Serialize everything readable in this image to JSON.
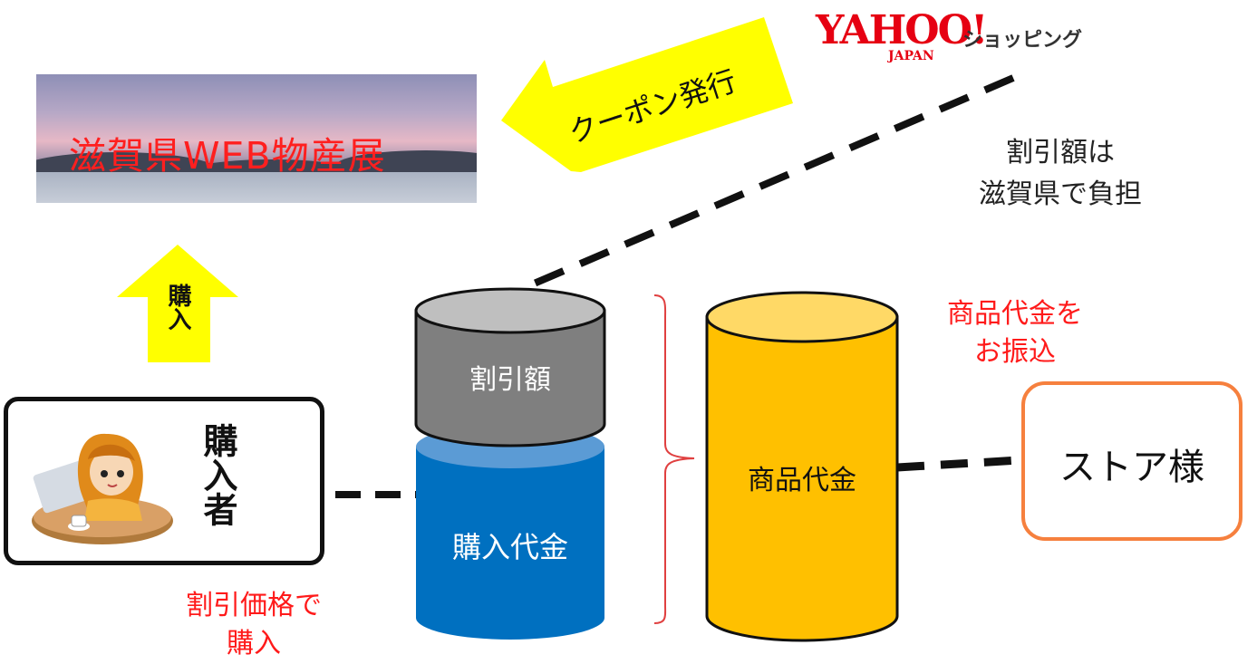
{
  "banner": {
    "title": "滋賀県WEB物産展"
  },
  "logo": {
    "brand": "YAHOO!",
    "sub": "JAPAN",
    "service": "ショッピング"
  },
  "arrows": {
    "coupon": "クーポン発行",
    "purchase": "購入"
  },
  "note": {
    "line1": "割引額は",
    "line2": "滋賀県で負担"
  },
  "cylinders": {
    "discount": "割引額",
    "purchase_price": "購入代金",
    "product_price": "商品代金"
  },
  "transfer": {
    "line1": "商品代金を",
    "line2": "お振込"
  },
  "buyer": {
    "label": "購入者"
  },
  "store": {
    "label": "ストア様"
  },
  "discount_note": {
    "line1": "割引価格で",
    "line2": "購入"
  },
  "colors": {
    "red": "#ff1a1a",
    "yellow_arrow": "#ffff00",
    "gray_cylinder": "#7f7f7f",
    "blue_cylinder": "#0070c0",
    "gold_cylinder": "#ffc000",
    "store_border": "#f6803e"
  }
}
